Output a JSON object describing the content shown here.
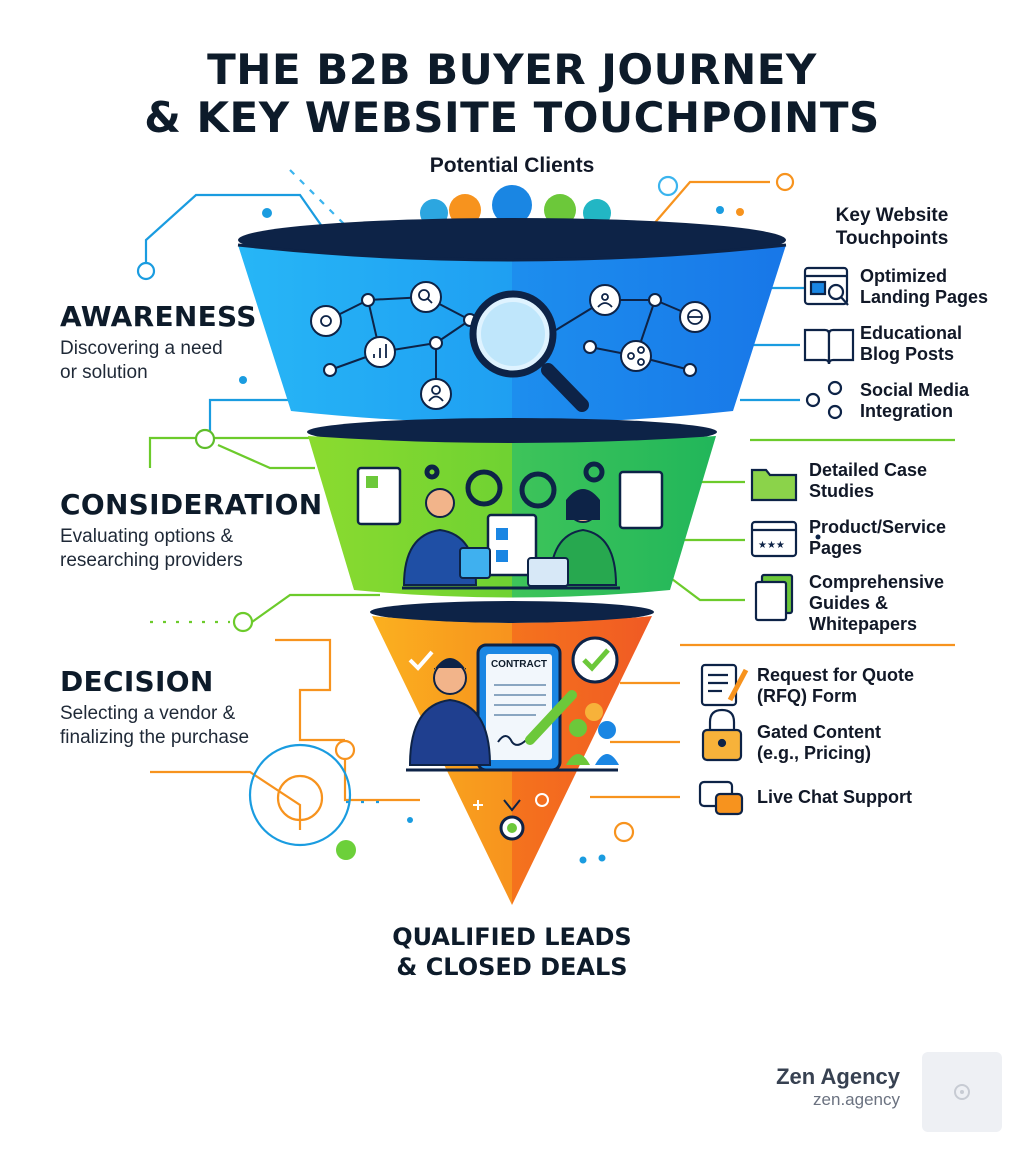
{
  "title": {
    "line1": "THE B2B BUYER JOURNEY",
    "line2": "& KEY WEBSITE TOUCHPOINTS"
  },
  "top_label": "Potential Clients",
  "touchpoints_heading": {
    "line1": "Key Website",
    "line2": "Touchpoints"
  },
  "stages": [
    {
      "name": "AWARENESS",
      "desc_line1": "Discovering a need",
      "desc_line2": "or solution",
      "color": "#1e9ff2",
      "touchpoints": [
        {
          "line1": "Optimized",
          "line2": "Landing Pages",
          "icon": "landing-page-icon"
        },
        {
          "line1": "Educational",
          "line2": "Blog Posts",
          "icon": "book-icon"
        },
        {
          "line1": "Social Media",
          "line2": "Integration",
          "icon": "share-icon"
        }
      ]
    },
    {
      "name": "CONSIDERATION",
      "desc_line1": "Evaluating options &",
      "desc_line2": "researching providers",
      "color": "#5ccf2e",
      "touchpoints": [
        {
          "line1": "Detailed Case",
          "line2": "Studies",
          "icon": "folder-icon"
        },
        {
          "line1": "Product/Service",
          "line2": "Pages",
          "icon": "product-page-icon"
        },
        {
          "line1": "Comprehensive",
          "line2": "Guides &",
          "line3": "Whitepapers",
          "icon": "documents-icon"
        }
      ]
    },
    {
      "name": "DECISION",
      "desc_line1": "Selecting a vendor &",
      "desc_line2": "finalizing the purchase",
      "color": "#f7931e",
      "contract_label": "CONTRACT",
      "touchpoints": [
        {
          "line1": "Request for Quote",
          "line2": "(RFQ) Form",
          "icon": "form-icon"
        },
        {
          "line1": "Gated Content",
          "line2": "(e.g., Pricing)",
          "icon": "lock-icon"
        },
        {
          "line1": "Live Chat Support",
          "icon": "chat-icon"
        }
      ]
    }
  ],
  "bottom_label": {
    "line1": "QUALIFIED LEADS",
    "line2": "& CLOSED DEALS"
  },
  "brand": {
    "name": "Zen Agency",
    "url": "zen.agency"
  },
  "colors": {
    "navy": "#0d1b2a",
    "blue": "#1e9ff2",
    "green": "#5ccf2e",
    "orange": "#f7931e"
  }
}
